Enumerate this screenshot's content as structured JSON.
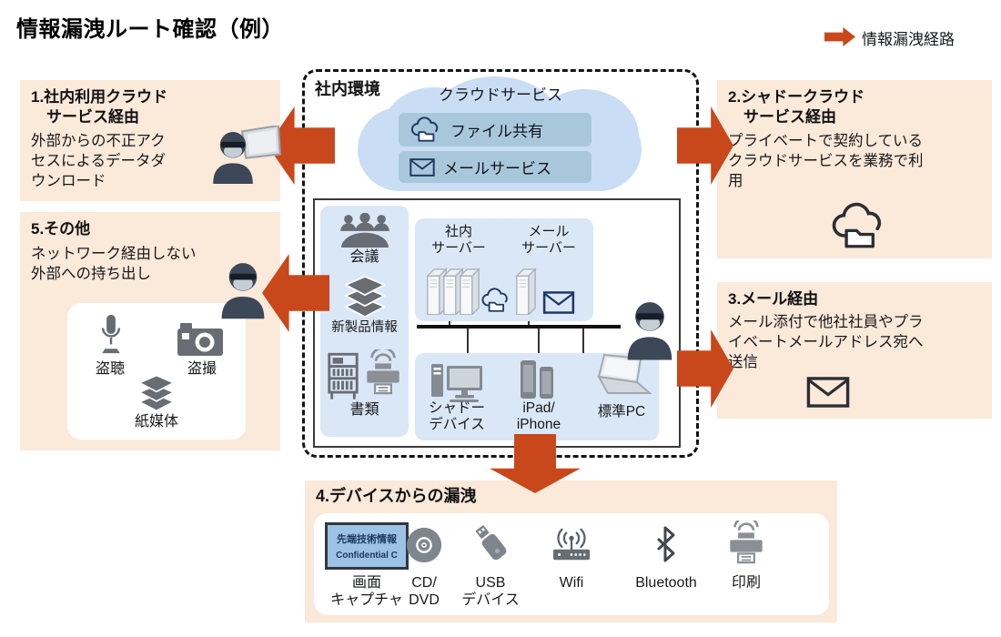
{
  "page": {
    "title": "情報漏洩ルート確認（例）"
  },
  "legend": {
    "label": "情報漏洩経路"
  },
  "internal": {
    "label": "社内環境",
    "cloud_title": "クラウドサービス",
    "services": [
      {
        "label": "ファイル共有"
      },
      {
        "label": "メールサービス"
      }
    ],
    "assets": [
      {
        "label": "会議"
      },
      {
        "label": "新製品情報"
      },
      {
        "label": "書類"
      }
    ],
    "servers": [
      {
        "label": "社内\nサーバー"
      },
      {
        "label": "メール\nサーバー"
      }
    ],
    "devices": [
      {
        "label": "シャドー\nデバイス"
      },
      {
        "label": "iPad/\niPhone"
      },
      {
        "label": "標準PC"
      }
    ]
  },
  "routes": {
    "r1": {
      "title": "1.社内利用クラウド\n　サービス経由",
      "body": "外部からの不正アク\nセスによるデータダ\nウンロード"
    },
    "r2": {
      "title": "2.シャドークラウド\n　サービス経由",
      "body": "プライベートで契約している\nクラウドサービスを業務で利\n用"
    },
    "r3": {
      "title": "3.メール経由",
      "body": "メール添付で他社社員やプラ\nイベートメールアドレス宛へ\n送信"
    },
    "r4": {
      "title": "4.デバイスからの漏洩",
      "screen": {
        "line1": "先端技術情報",
        "line2": "Confidential C"
      },
      "items": [
        {
          "label": "画面\nキャプチャ"
        },
        {
          "label": "CD/\nDVD"
        },
        {
          "label": "USB\nデバイス"
        },
        {
          "label": "Wifi"
        },
        {
          "label": "Bluetooth"
        },
        {
          "label": "印刷"
        }
      ]
    },
    "r5": {
      "title": "5.その他",
      "body": "ネットワーク経由しない\n外部への持ち出し",
      "items": [
        {
          "label": "盗聴"
        },
        {
          "label": "盗撮"
        },
        {
          "label": "紙媒体"
        }
      ]
    }
  },
  "colors": {
    "route_arrow": "#C8481B",
    "panel_cream": "#FBE9DA",
    "cloud_blue": "#C9DEF4",
    "service_box_blue": "#A9C7DB",
    "inner_panel_blue": "#DAE7F6",
    "icon_navy": "#1F3864",
    "icon_gray": "#676D73",
    "screen_capture_blue": "#9CC2E5"
  }
}
